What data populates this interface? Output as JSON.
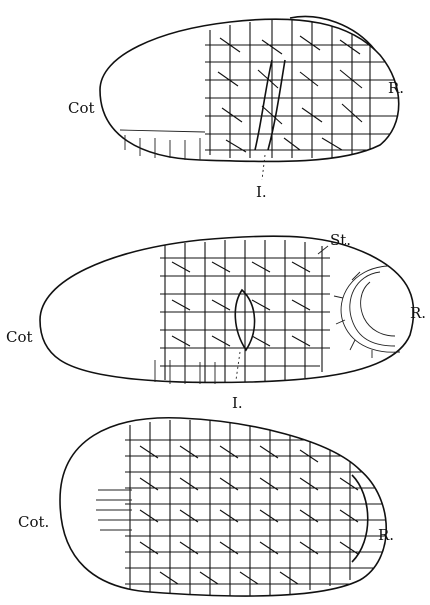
{
  "figure": {
    "panels": [
      {
        "id": "top",
        "labels": {
          "cotyledon": "Cot",
          "radicle": "R.",
          "initial": "I."
        }
      },
      {
        "id": "middle",
        "labels": {
          "cotyledon": "Cot",
          "radicle": "R.",
          "initial": "I.",
          "stem": "St."
        }
      },
      {
        "id": "bottom",
        "labels": {
          "cotyledon": "Cot.",
          "radicle": "R."
        }
      }
    ]
  }
}
